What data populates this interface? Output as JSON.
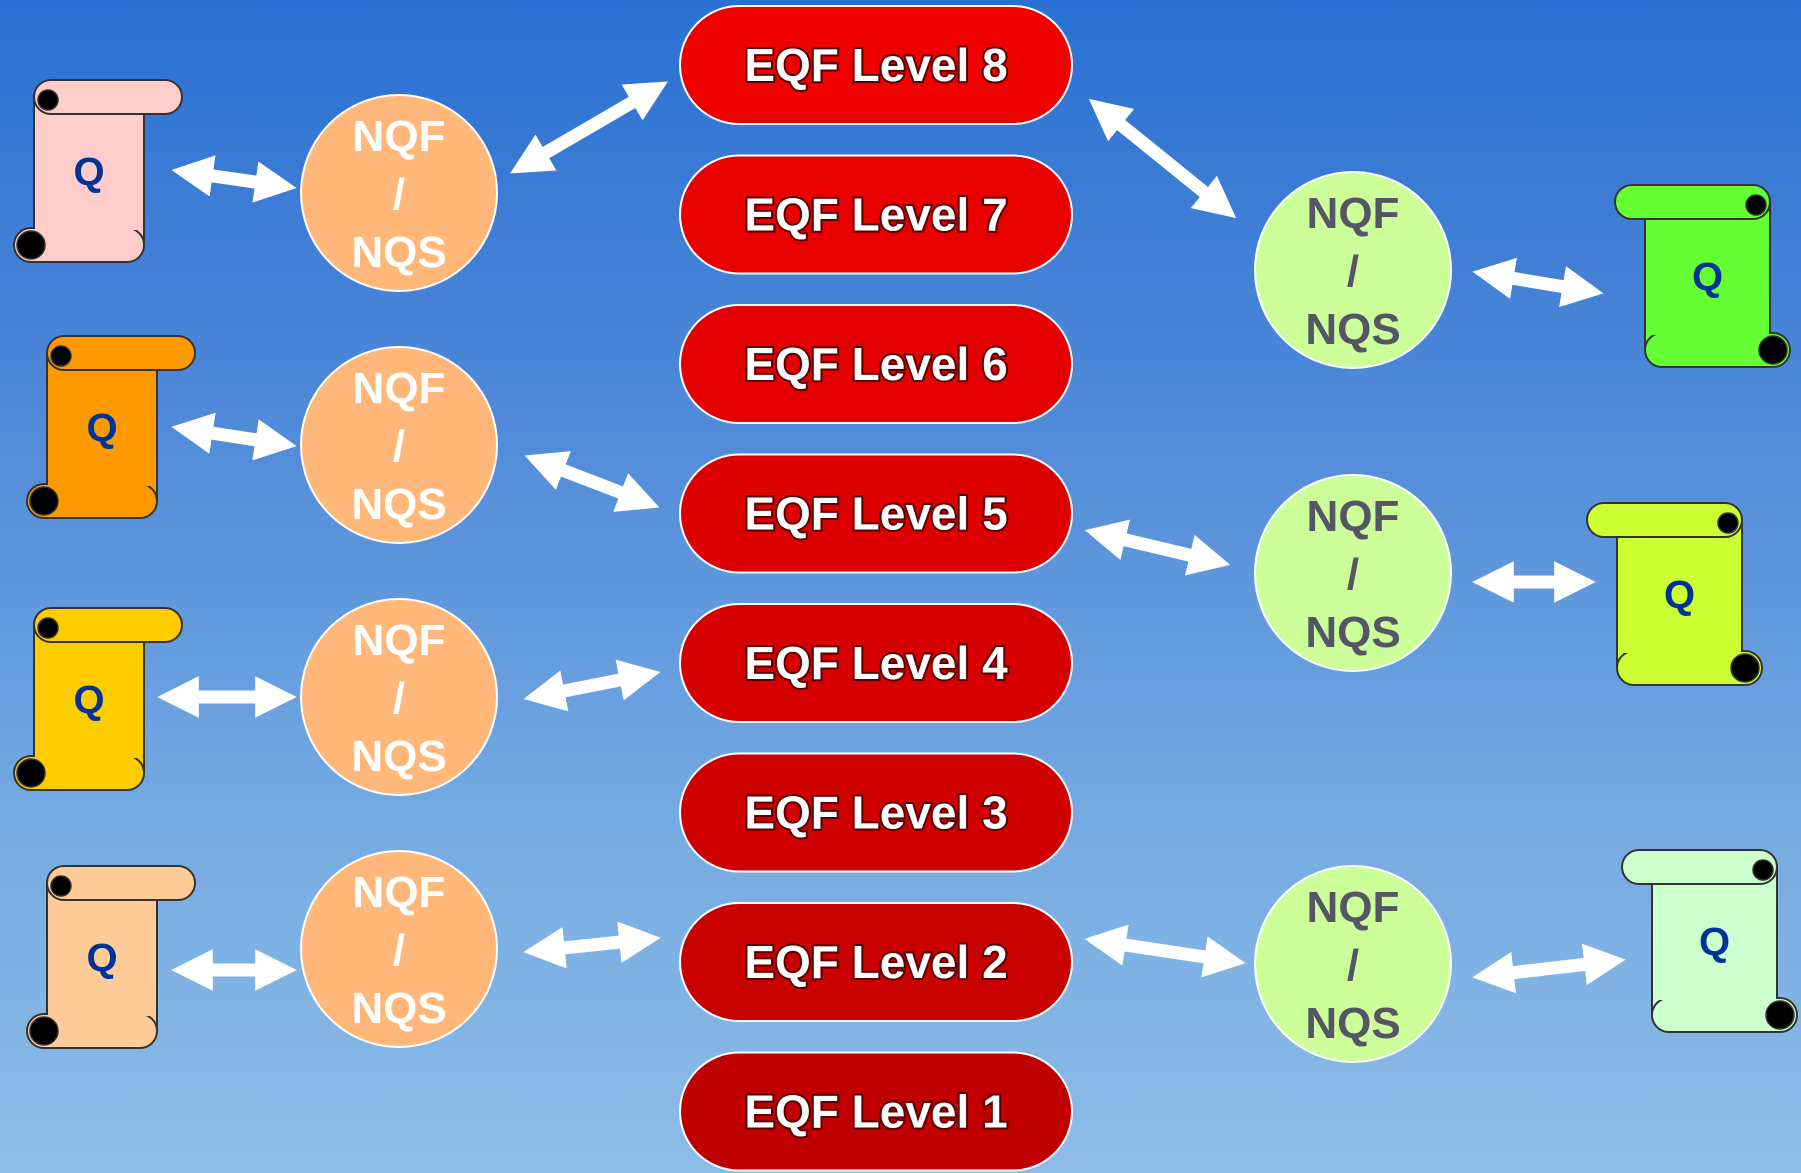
{
  "eqf_levels": [
    {
      "label": "EQF Level 8",
      "color": "#ee0000"
    },
    {
      "label": "EQF Level 7",
      "color": "#e80000"
    },
    {
      "label": "EQF Level 6",
      "color": "#e20000"
    },
    {
      "label": "EQF Level 5",
      "color": "#dc0000"
    },
    {
      "label": "EQF Level 4",
      "color": "#d60000"
    },
    {
      "label": "EQF Level 3",
      "color": "#cf0000"
    },
    {
      "label": "EQF Level 2",
      "color": "#c80000"
    },
    {
      "label": "EQF Level 1",
      "color": "#c00000"
    }
  ],
  "nqf_label": {
    "line1": "NQF",
    "line2": "/",
    "line3": "NQS"
  },
  "q_label": "Q",
  "left_group": {
    "nqf_fill": "#ffb87a",
    "nqf_text_color": "#ffffff",
    "q_text_color": "#003399",
    "scrolls": [
      {
        "color": "#ffcccc",
        "roll_color": "#c9a0a0",
        "links_to": "EQF Level 8"
      },
      {
        "color": "#ff9900",
        "roll_color": "#cc7a00",
        "links_to": "EQF Level 5"
      },
      {
        "color": "#ffcc00",
        "roll_color": "#cca300",
        "links_to": "EQF Level 4"
      },
      {
        "color": "#ffcc99",
        "roll_color": "#cca37a",
        "links_to": "EQF Level 2"
      }
    ]
  },
  "right_group": {
    "nqf_fill": "#ccff99",
    "nqf_text_color": "#555566",
    "q_text_color": "#003399",
    "scrolls": [
      {
        "color": "#66ff33",
        "roll_color": "#44bb22",
        "links_to": "EQF Level 8"
      },
      {
        "color": "#ccff33",
        "roll_color": "#99bb22",
        "links_to": "EQF Level 5"
      },
      {
        "color": "#ccffcc",
        "roll_color": "#99bb99",
        "links_to": "EQF Level 2"
      }
    ]
  },
  "colors": {
    "arrow": "#ffffff"
  }
}
